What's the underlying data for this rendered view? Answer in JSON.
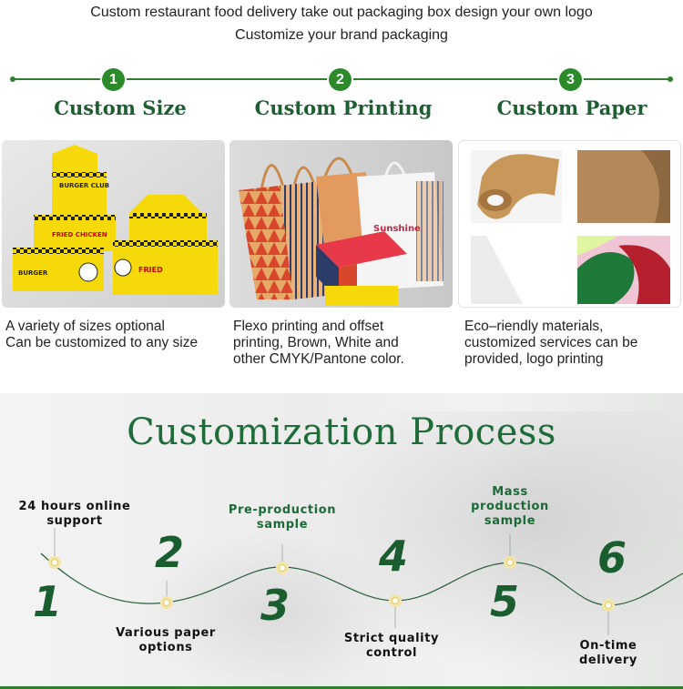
{
  "header": {
    "line1": "Custom restaurant food delivery take out packaging box design your own logo",
    "line2": "Customize your brand packaging"
  },
  "features": [
    {
      "number": "1",
      "title": "Custom Size",
      "desc_lines": [
        "A variety of sizes optional",
        "Can be customized to any size"
      ]
    },
    {
      "number": "2",
      "title": "Custom Printing",
      "desc_lines": [
        "Flexo printing and offset",
        "printing, Brown, White and",
        "other CMYK/Pantone color."
      ]
    },
    {
      "number": "3",
      "title": "Custom Paper",
      "desc_lines": [
        "Eco–riendly materials,",
        "customized services can be",
        "provided, logo printing"
      ]
    }
  ],
  "box_prints": {
    "burger_club": "BURGER CLUB",
    "fried_chicken": "FRIED CHICKEN",
    "sunshine": "Sunshine"
  },
  "process": {
    "title": "Customization Process",
    "steps": [
      {
        "number": "1",
        "label_lines": [
          "24 hours online",
          "support"
        ]
      },
      {
        "number": "2",
        "label_lines": [
          "Various paper",
          "options"
        ]
      },
      {
        "number": "3",
        "label_lines": [
          "Pre-production",
          "sample"
        ]
      },
      {
        "number": "4",
        "label_lines": [
          "Strict quality",
          "control"
        ]
      },
      {
        "number": "5",
        "label_lines": [
          "Mass",
          "production",
          "sample"
        ]
      },
      {
        "number": "6",
        "label_lines": [
          "On-time",
          "delivery"
        ]
      }
    ]
  },
  "colors": {
    "brand_green": "#1f6b3a",
    "badge_green": "#2c8a2c",
    "box_yellow": "#f5d90a"
  }
}
